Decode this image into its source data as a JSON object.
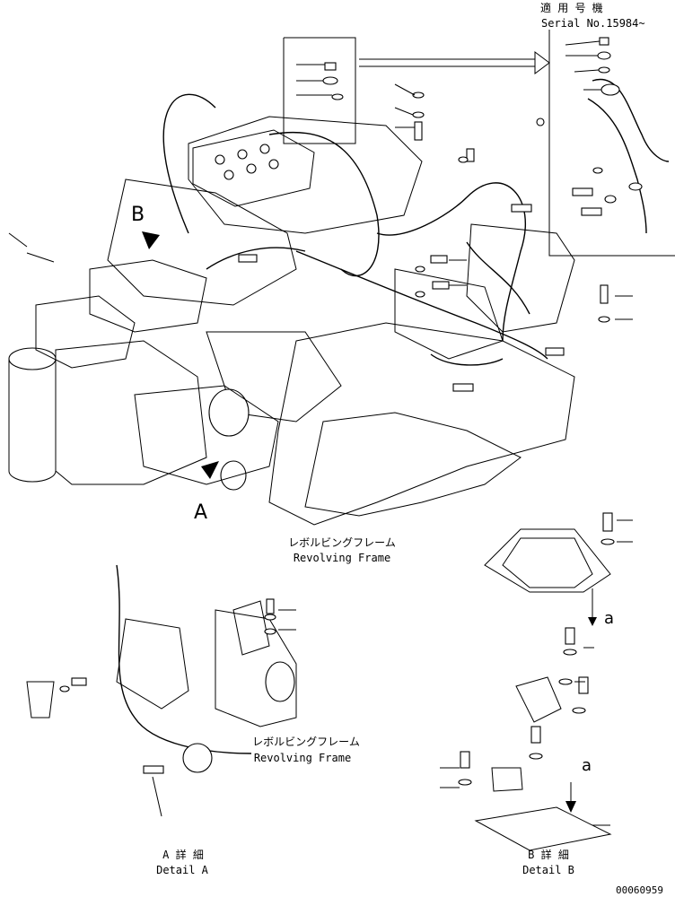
{
  "serial": {
    "applicable_jp": "適 用 号 機",
    "serial_no": "Serial No.15984~"
  },
  "view_markers": {
    "b": "B",
    "a": "A",
    "ref_a_top": "a",
    "ref_a_bottom": "a"
  },
  "captions": {
    "revolving_frame_jp_1": "レボルビングフレーム",
    "revolving_frame_en_1": "Revolving Frame",
    "revolving_frame_jp_2": "レボルビングフレーム",
    "revolving_frame_en_2": "Revolving Frame",
    "detail_a_jp": "A 詳 細",
    "detail_a_en": "Detail A",
    "detail_b_jp": "B 詳 細",
    "detail_b_en": "Detail B",
    "drawing_number": "00060959"
  }
}
